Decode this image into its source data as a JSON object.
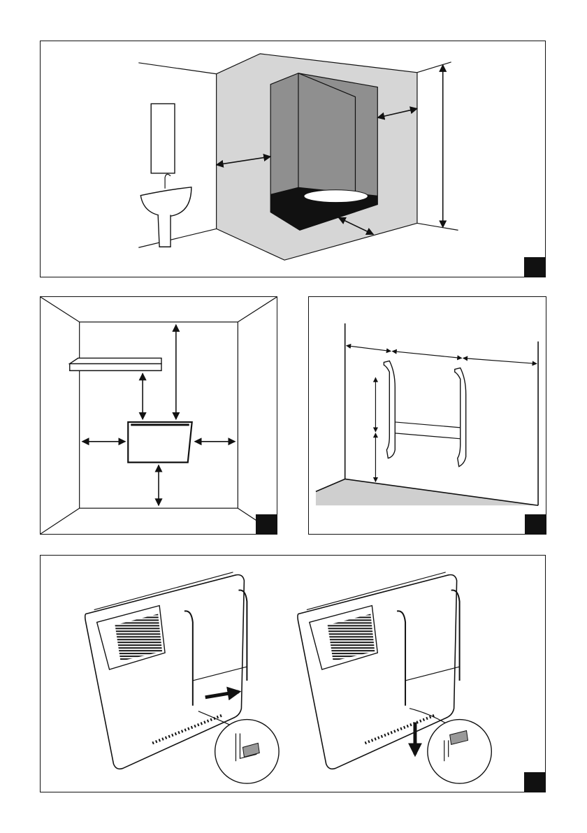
{
  "panels": [
    {
      "id": "bathroom-zones",
      "tag": ""
    },
    {
      "id": "clearance-distances",
      "tag": ""
    },
    {
      "id": "bracket-positioning",
      "tag": ""
    },
    {
      "id": "mounting-heater",
      "tag": ""
    }
  ]
}
